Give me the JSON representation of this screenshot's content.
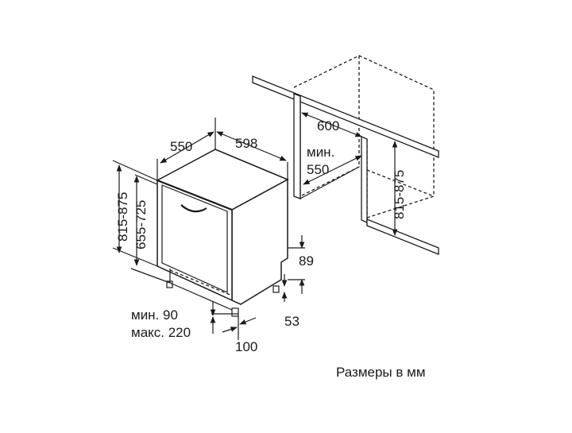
{
  "diagram": {
    "dimensions": {
      "depth_550": "550",
      "width_598": "598",
      "height_815_875": "815-875",
      "height_655_725": "655-725",
      "niche_width_600": "600",
      "niche_depth_min_label": "мин.",
      "niche_depth_550": "550",
      "niche_height_815_875": "815-875",
      "dim_89": "89",
      "dim_53": "53",
      "plinth_min": "мин. 90",
      "plinth_max": "макс. 220",
      "dim_100": "100"
    },
    "caption": "Размеры в мм"
  }
}
